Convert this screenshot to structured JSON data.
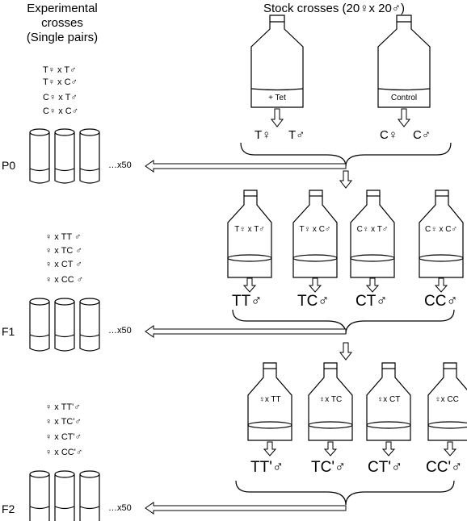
{
  "left_header": {
    "line1": "Experimental",
    "line2": "crosses",
    "line3": "(Single pairs)"
  },
  "stock_header": "Stock crosses (20♀x 20♂)",
  "p0_crosses": [
    "T♀ x T♂",
    "T♀ x C♂",
    "C♀ x T♂",
    "C♀ x C♂"
  ],
  "f1_crosses": [
    "♀ x TT ♂",
    "♀ x TC ♂",
    "♀ x CT ♂",
    "♀ x CC ♂"
  ],
  "f2_crosses": [
    "♀ x  TT'♂",
    "♀ x TC'♂",
    "♀ x CT'♂",
    "♀ x CC'♂"
  ],
  "generations": [
    "P0",
    "F1",
    "F2"
  ],
  "replicates": "…x50",
  "stock_bottles": [
    {
      "label": "+ Tet",
      "female": "T♀",
      "male": "T♂"
    },
    {
      "label": "Control",
      "female": "C♀",
      "male": "C♂"
    }
  ],
  "f1_bottles": [
    {
      "label": "T♀ x T♂",
      "offspring": "TT♂"
    },
    {
      "label": "T♀ x C♂",
      "offspring": "TC♂"
    },
    {
      "label": "C♀ x T♂",
      "offspring": "CT♂"
    },
    {
      "label": "C♀ x C♂",
      "offspring": "CC♂"
    }
  ],
  "f2_bottles": [
    {
      "label": "♀x TT",
      "offspring": "TT'♂"
    },
    {
      "label": "♀x TC",
      "offspring": "TC'♂"
    },
    {
      "label": "♀x CT",
      "offspring": "CT'♂"
    },
    {
      "label": "♀x CC",
      "offspring": "CC'♂"
    }
  ]
}
